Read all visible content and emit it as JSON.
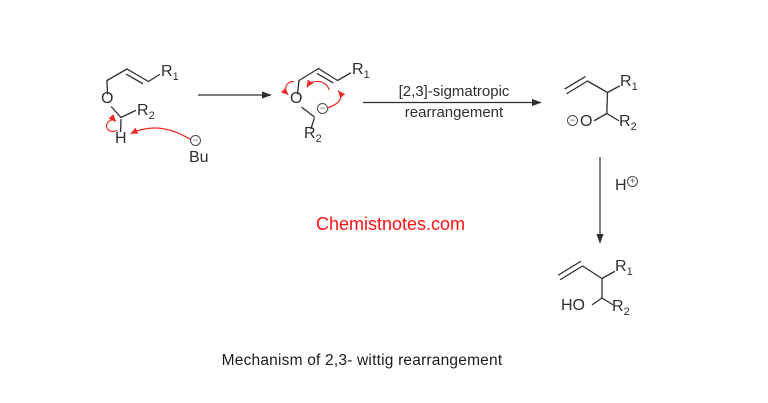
{
  "colors": {
    "bond": "#2f2f2f",
    "red_arrow": "#ee2a24",
    "watermark": "#fb1212",
    "caption": "#1c1c1c"
  },
  "symbols": {
    "R": "R",
    "one": "1",
    "two": "2",
    "O": "O",
    "H": "H",
    "Bu": "Bu",
    "HO": "HO",
    "minus": "−",
    "plus": "+"
  },
  "arrow_labels": {
    "sigmatropic_top": "[2,3]-sigmatropic",
    "sigmatropic_bottom": "rearrangement",
    "proton": "H"
  },
  "watermark": "Chemistnotes.com",
  "caption": "Mechanism of 2,3- wittig rearrangement"
}
